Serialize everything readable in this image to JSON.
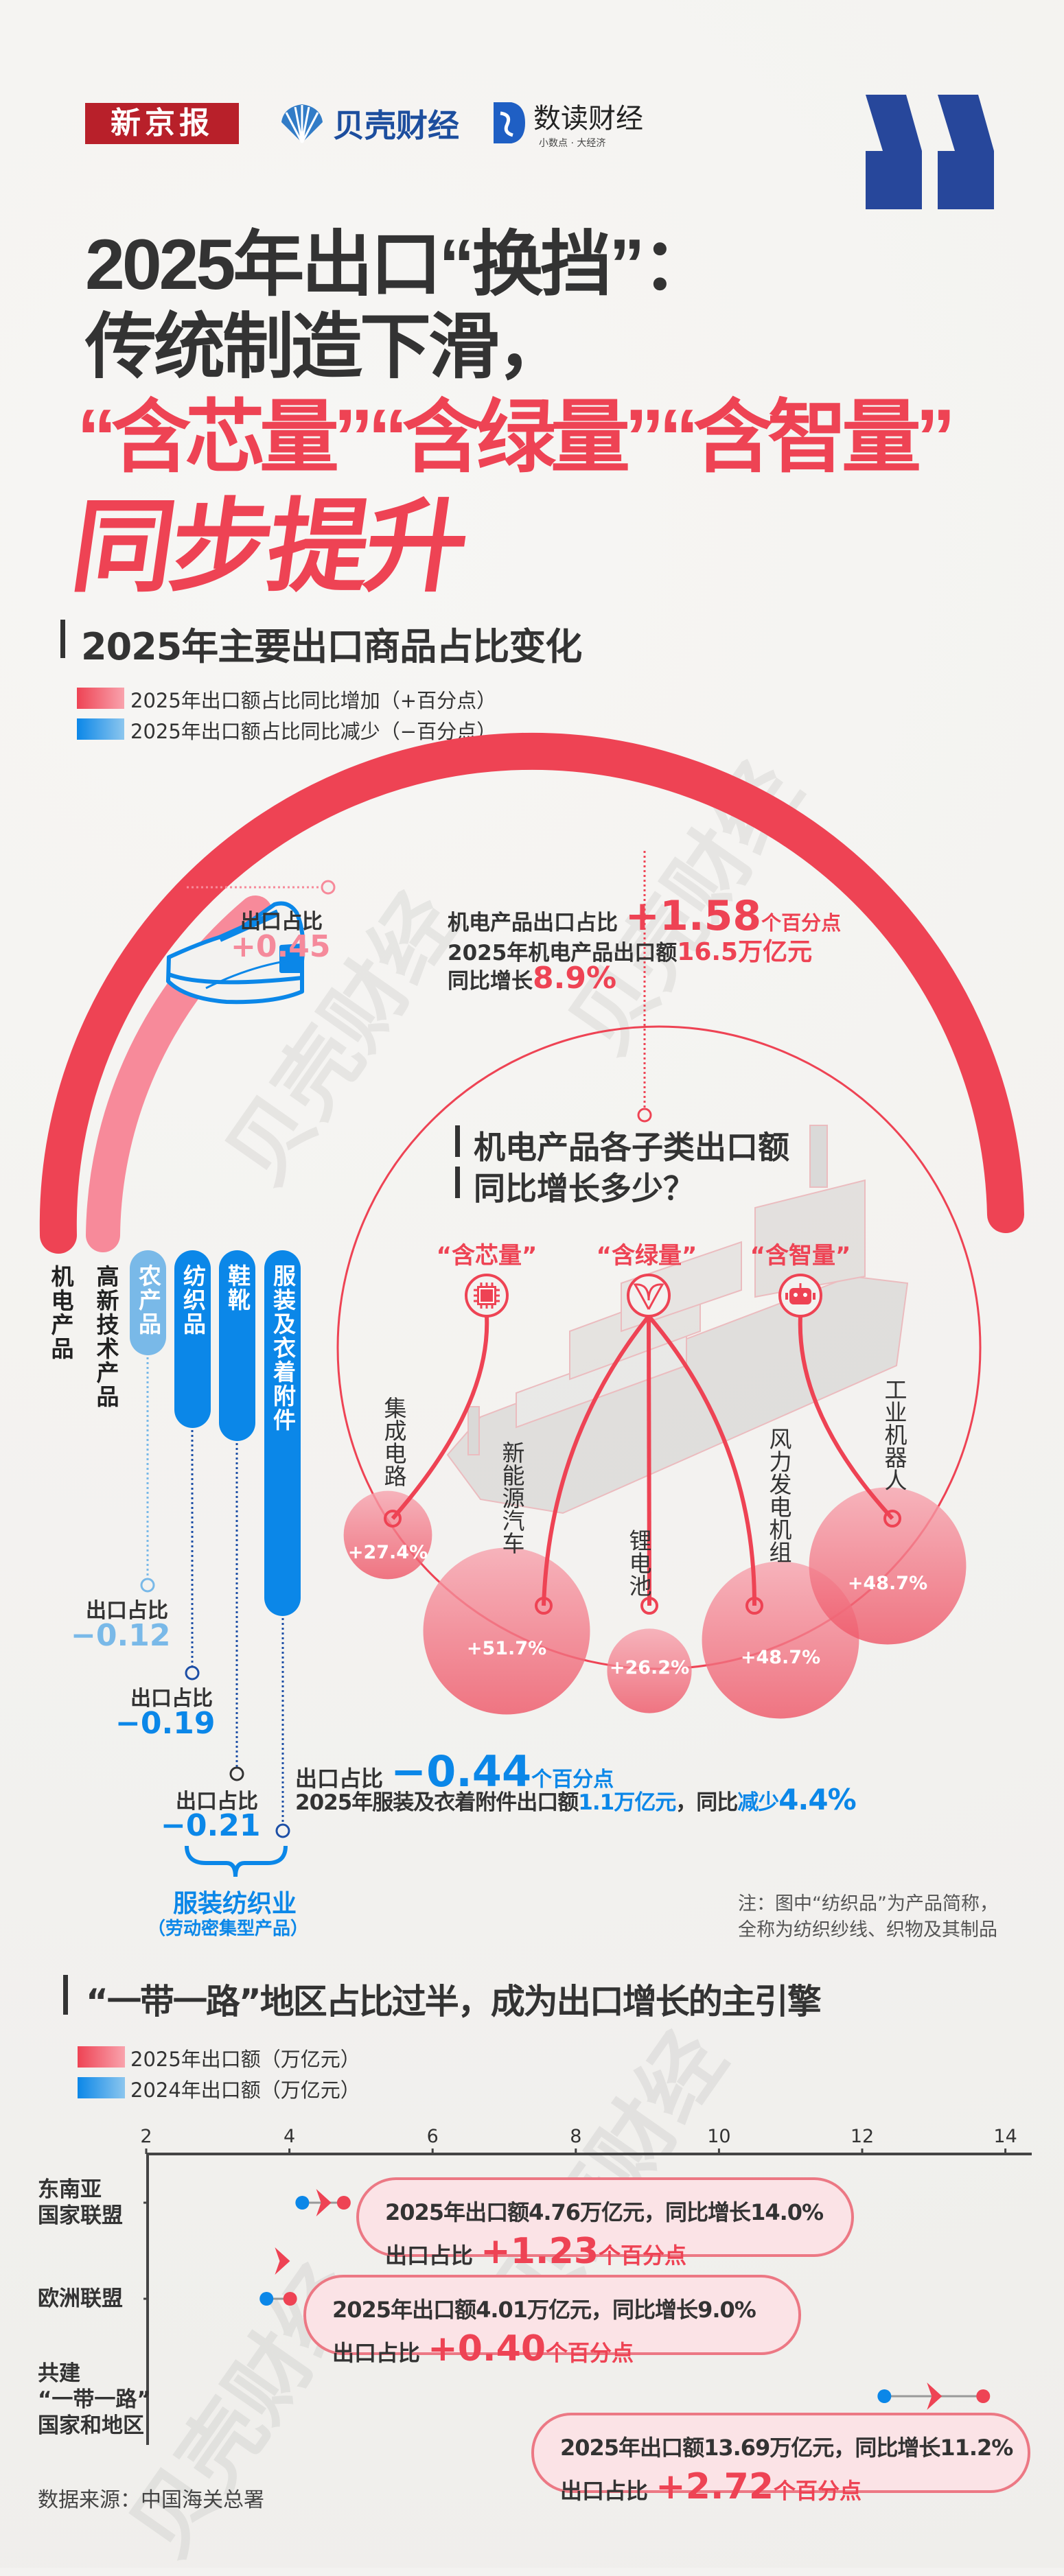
{
  "logos": {
    "xinjingbao": "新京报",
    "beike": "贝壳财经",
    "shudu": "数读财经",
    "shudu_slogan": "小数点 · 大经济"
  },
  "title": {
    "line1": "2025年出口“换挡”：",
    "line2": "传统制造下滑，",
    "line3": "“含芯量”“含绿量”“含智量”",
    "line4": "同步提升"
  },
  "watermark": "贝壳财经",
  "section1": {
    "heading": "2025年主要出口商品占比变化",
    "legend": [
      {
        "label": "2025年出口额占比同比增加（+百分点）",
        "color": "#ee4354"
      },
      {
        "label": "2025年出口额占比同比减少（−百分点）",
        "color": "#0b87e8"
      }
    ],
    "categories": {
      "mech": "机电产品",
      "hitech": "高新技术产品",
      "agri": "农产品",
      "textile": "纺织品",
      "shoes": "鞋靴",
      "apparel": "服装及衣着附件"
    },
    "share_label": "出口占比",
    "hitech_change": "+0.45",
    "agri_change": "−0.12",
    "textile_change": "−0.19",
    "shoes_change": "−0.21",
    "mech_note": {
      "l1_prefix": "机电产品出口占比 ",
      "l1_value": "+1.58",
      "l1_unit": "个百分点",
      "l2_prefix": "2025年机电产品出口额",
      "l2_value": "16.5万亿元",
      "l3_prefix": "同比增长",
      "l3_value": "8.9%"
    },
    "apparel_note": {
      "l1_prefix": "出口占比 ",
      "l1_value": "−0.44",
      "l1_unit": "个百分点",
      "l2_prefix": "2025年服装及衣着附件出口额",
      "l2_value": "1.1万亿元",
      "l2_mid": "，同比",
      "l2_dir": "减少",
      "l2_pct": "4.4%"
    },
    "group_label": "服装纺织业",
    "group_sub": "（劳动密集型产品）",
    "note_l1": "注：图中“纺织品”为产品简称，",
    "note_l2": "全称为纺织纱线、织物及其制品"
  },
  "subsection": {
    "heading_l1": "机电产品各子类出口额",
    "heading_l2": "同比增长多少？",
    "tags": [
      "“含芯量”",
      "“含绿量”",
      "“含智量”"
    ],
    "items": [
      {
        "name": "集成电路",
        "growth": 27.4,
        "label": "+27.4%"
      },
      {
        "name": "新能源汽车",
        "growth": 51.7,
        "label": "+51.7%"
      },
      {
        "name": "锂电池",
        "growth": 26.2,
        "label": "+26.2%"
      },
      {
        "name": "风力发电机组",
        "growth": 48.7,
        "label": "+48.7%"
      },
      {
        "name": "工业机器人",
        "growth": 48.7,
        "label": "+48.7%"
      }
    ]
  },
  "section2": {
    "heading": "“一带一路”地区占比过半，成为出口增长的主引擎",
    "legend": [
      {
        "label": "2025年出口额（万亿元）",
        "color": "#ee4354"
      },
      {
        "label": "2024年出口额（万亿元）",
        "color": "#0b87e8"
      }
    ],
    "rows": [
      {
        "label_lines": [
          "东南亚",
          "国家联盟"
        ],
        "l1_a": "2025年出口额",
        "l1_b": "4.76万亿元",
        "l1_c": "，同比增长",
        "l1_d": "14.0%",
        "l2_a": "出口占比 ",
        "l2_b": "+1.23",
        "l2_c": "个百分点"
      },
      {
        "label_lines": [
          "欧洲联盟"
        ],
        "l1_a": "2025年出口额",
        "l1_b": "4.01万亿元",
        "l1_c": "，同比增长",
        "l1_d": "9.0%",
        "l2_a": "出口占比 ",
        "l2_b": "+0.40",
        "l2_c": "个百分点"
      },
      {
        "label_lines": [
          "共建",
          "“一带一路”",
          "国家和地区"
        ],
        "l1_a": "2025年出口额",
        "l1_b": "13.69万亿元",
        "l1_c": "，同比增长",
        "l1_d": "11.2%",
        "l2_a": "出口占比 ",
        "l2_b": "+2.72",
        "l2_c": "个百分点"
      }
    ],
    "source": "数据来源：中国海关总署"
  },
  "chart_data": [
    {
      "type": "scatter",
      "title": "“一带一路”地区占比过半，成为出口增长的主引擎",
      "xlabel": "",
      "ylabel": "",
      "x_ticks": [
        2,
        4,
        6,
        8,
        10,
        12,
        14
      ],
      "xlim": [
        2,
        14
      ],
      "categories": [
        "东南亚国家联盟",
        "欧洲联盟",
        "共建“一带一路”国家和地区"
      ],
      "series": [
        {
          "name": "2024年出口额（万亿元）",
          "color": "#0b87e8",
          "values": [
            4.18,
            3.68,
            12.31
          ]
        },
        {
          "name": "2025年出口额（万亿元）",
          "color": "#ee4354",
          "values": [
            4.76,
            4.01,
            13.69
          ]
        }
      ]
    },
    {
      "type": "bar",
      "title": "2025年主要出口商品占比变化",
      "categories": [
        "机电产品",
        "高新技术产品",
        "农产品",
        "纺织品",
        "鞋靴",
        "服装及衣着附件"
      ],
      "values": [
        1.58,
        0.45,
        -0.12,
        -0.19,
        -0.21,
        -0.44
      ],
      "ylabel": "百分点"
    },
    {
      "type": "scatter",
      "title": "机电产品各子类出口额同比增长多少？",
      "categories": [
        "集成电路",
        "新能源汽车",
        "锂电池",
        "风力发电机组",
        "工业机器人"
      ],
      "values": [
        27.4,
        51.7,
        26.2,
        48.7,
        48.7
      ],
      "ylabel": "%"
    }
  ]
}
